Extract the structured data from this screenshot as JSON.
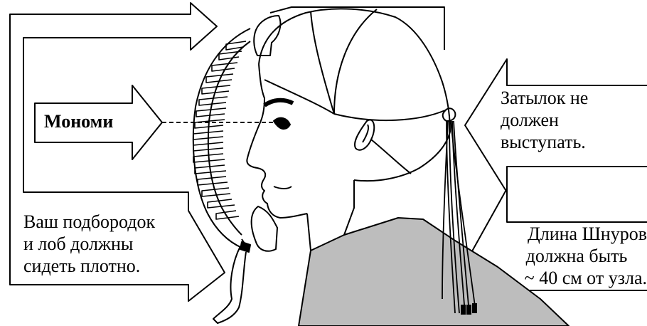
{
  "labels": {
    "mask_name": "Мономи",
    "back_of_head": [
      "Затылок не",
      "должен",
      "выступать."
    ],
    "chin_forehead": [
      "Ваш подбородок",
      "и лоб должны",
      "сидеть плотно."
    ],
    "cord_length": [
      "Длина Шнуров",
      "должна быть",
      "~ 40 см от узла."
    ]
  },
  "colors": {
    "line": "#000000",
    "shirt": "#bdbdbd",
    "background": "#ffffff"
  }
}
